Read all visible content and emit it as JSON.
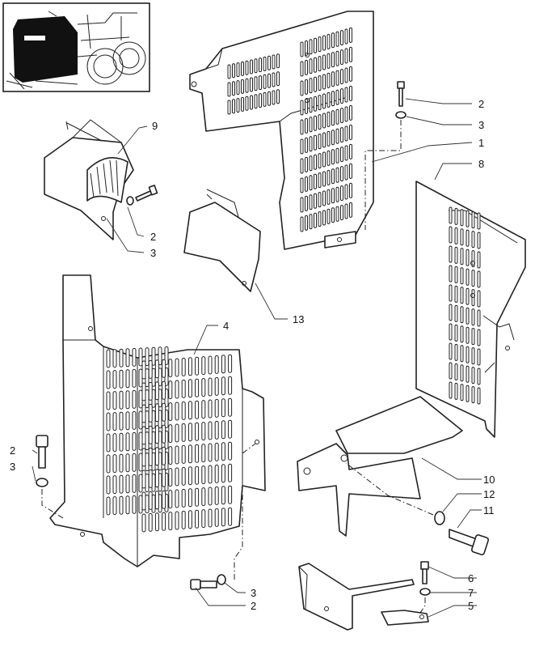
{
  "callouts": [
    {
      "id": "c1",
      "label": "1"
    },
    {
      "id": "c2a",
      "label": "2"
    },
    {
      "id": "c3a",
      "label": "3"
    },
    {
      "id": "c2b",
      "label": "2"
    },
    {
      "id": "c3b",
      "label": "3"
    },
    {
      "id": "c2c",
      "label": "2"
    },
    {
      "id": "c3c",
      "label": "3"
    },
    {
      "id": "c2d",
      "label": "2"
    },
    {
      "id": "c3d",
      "label": "3"
    },
    {
      "id": "c4",
      "label": "4"
    },
    {
      "id": "c5",
      "label": "5"
    },
    {
      "id": "c6",
      "label": "6"
    },
    {
      "id": "c7",
      "label": "7"
    },
    {
      "id": "c8",
      "label": "8"
    },
    {
      "id": "c9",
      "label": "9"
    },
    {
      "id": "c10",
      "label": "10"
    },
    {
      "id": "c11",
      "label": "11"
    },
    {
      "id": "c12",
      "label": "12"
    },
    {
      "id": "c13",
      "label": "13"
    }
  ]
}
